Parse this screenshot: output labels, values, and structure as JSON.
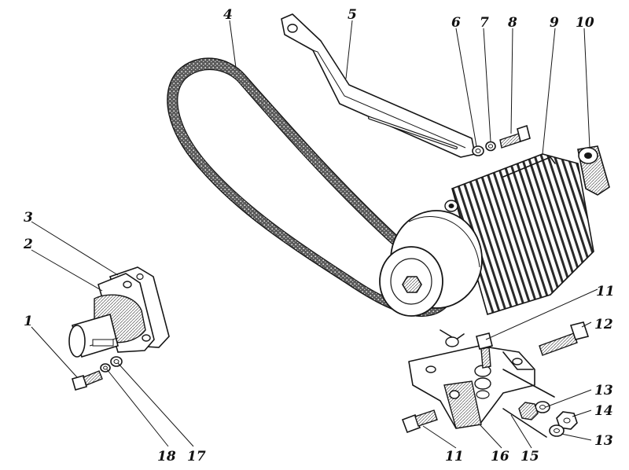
{
  "callouts": {
    "c1": "1",
    "c2": "2",
    "c3": "3",
    "c4": "4",
    "c5": "5",
    "c6": "6",
    "c7": "7",
    "c8": "8",
    "c9": "9",
    "c10": "10",
    "c11a": "11",
    "c11b": "11",
    "c12": "12",
    "c13a": "13",
    "c13b": "13",
    "c14": "14",
    "c15": "15",
    "c16": "16",
    "c17": "17",
    "c18": "18"
  },
  "colors": {
    "ink": "#161616",
    "paper": "#ffffff",
    "belt": "#3a3a3a"
  }
}
